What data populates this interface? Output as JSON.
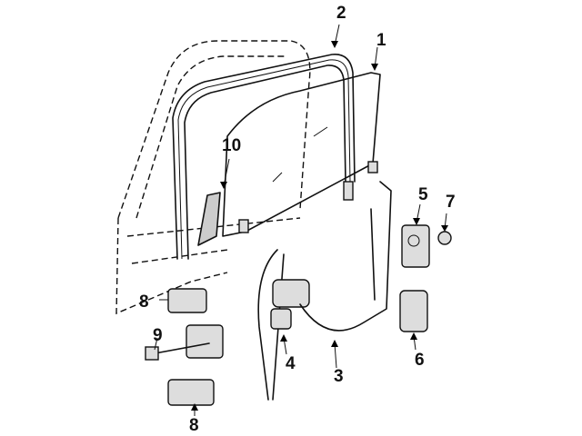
{
  "diagram": {
    "callouts": [
      {
        "id": "glass",
        "label": "1"
      },
      {
        "id": "run-channel",
        "label": "2"
      },
      {
        "id": "cable",
        "label": "3"
      },
      {
        "id": "regulator",
        "label": "4"
      },
      {
        "id": "lock",
        "label": "5"
      },
      {
        "id": "handle-inside",
        "label": "6"
      },
      {
        "id": "clip",
        "label": "7"
      },
      {
        "id": "hinge-upper",
        "label": "8"
      },
      {
        "id": "check-link",
        "label": "9"
      },
      {
        "id": "vent-glass",
        "label": "10"
      },
      {
        "id": "hinge-lower",
        "label": "8"
      }
    ]
  }
}
